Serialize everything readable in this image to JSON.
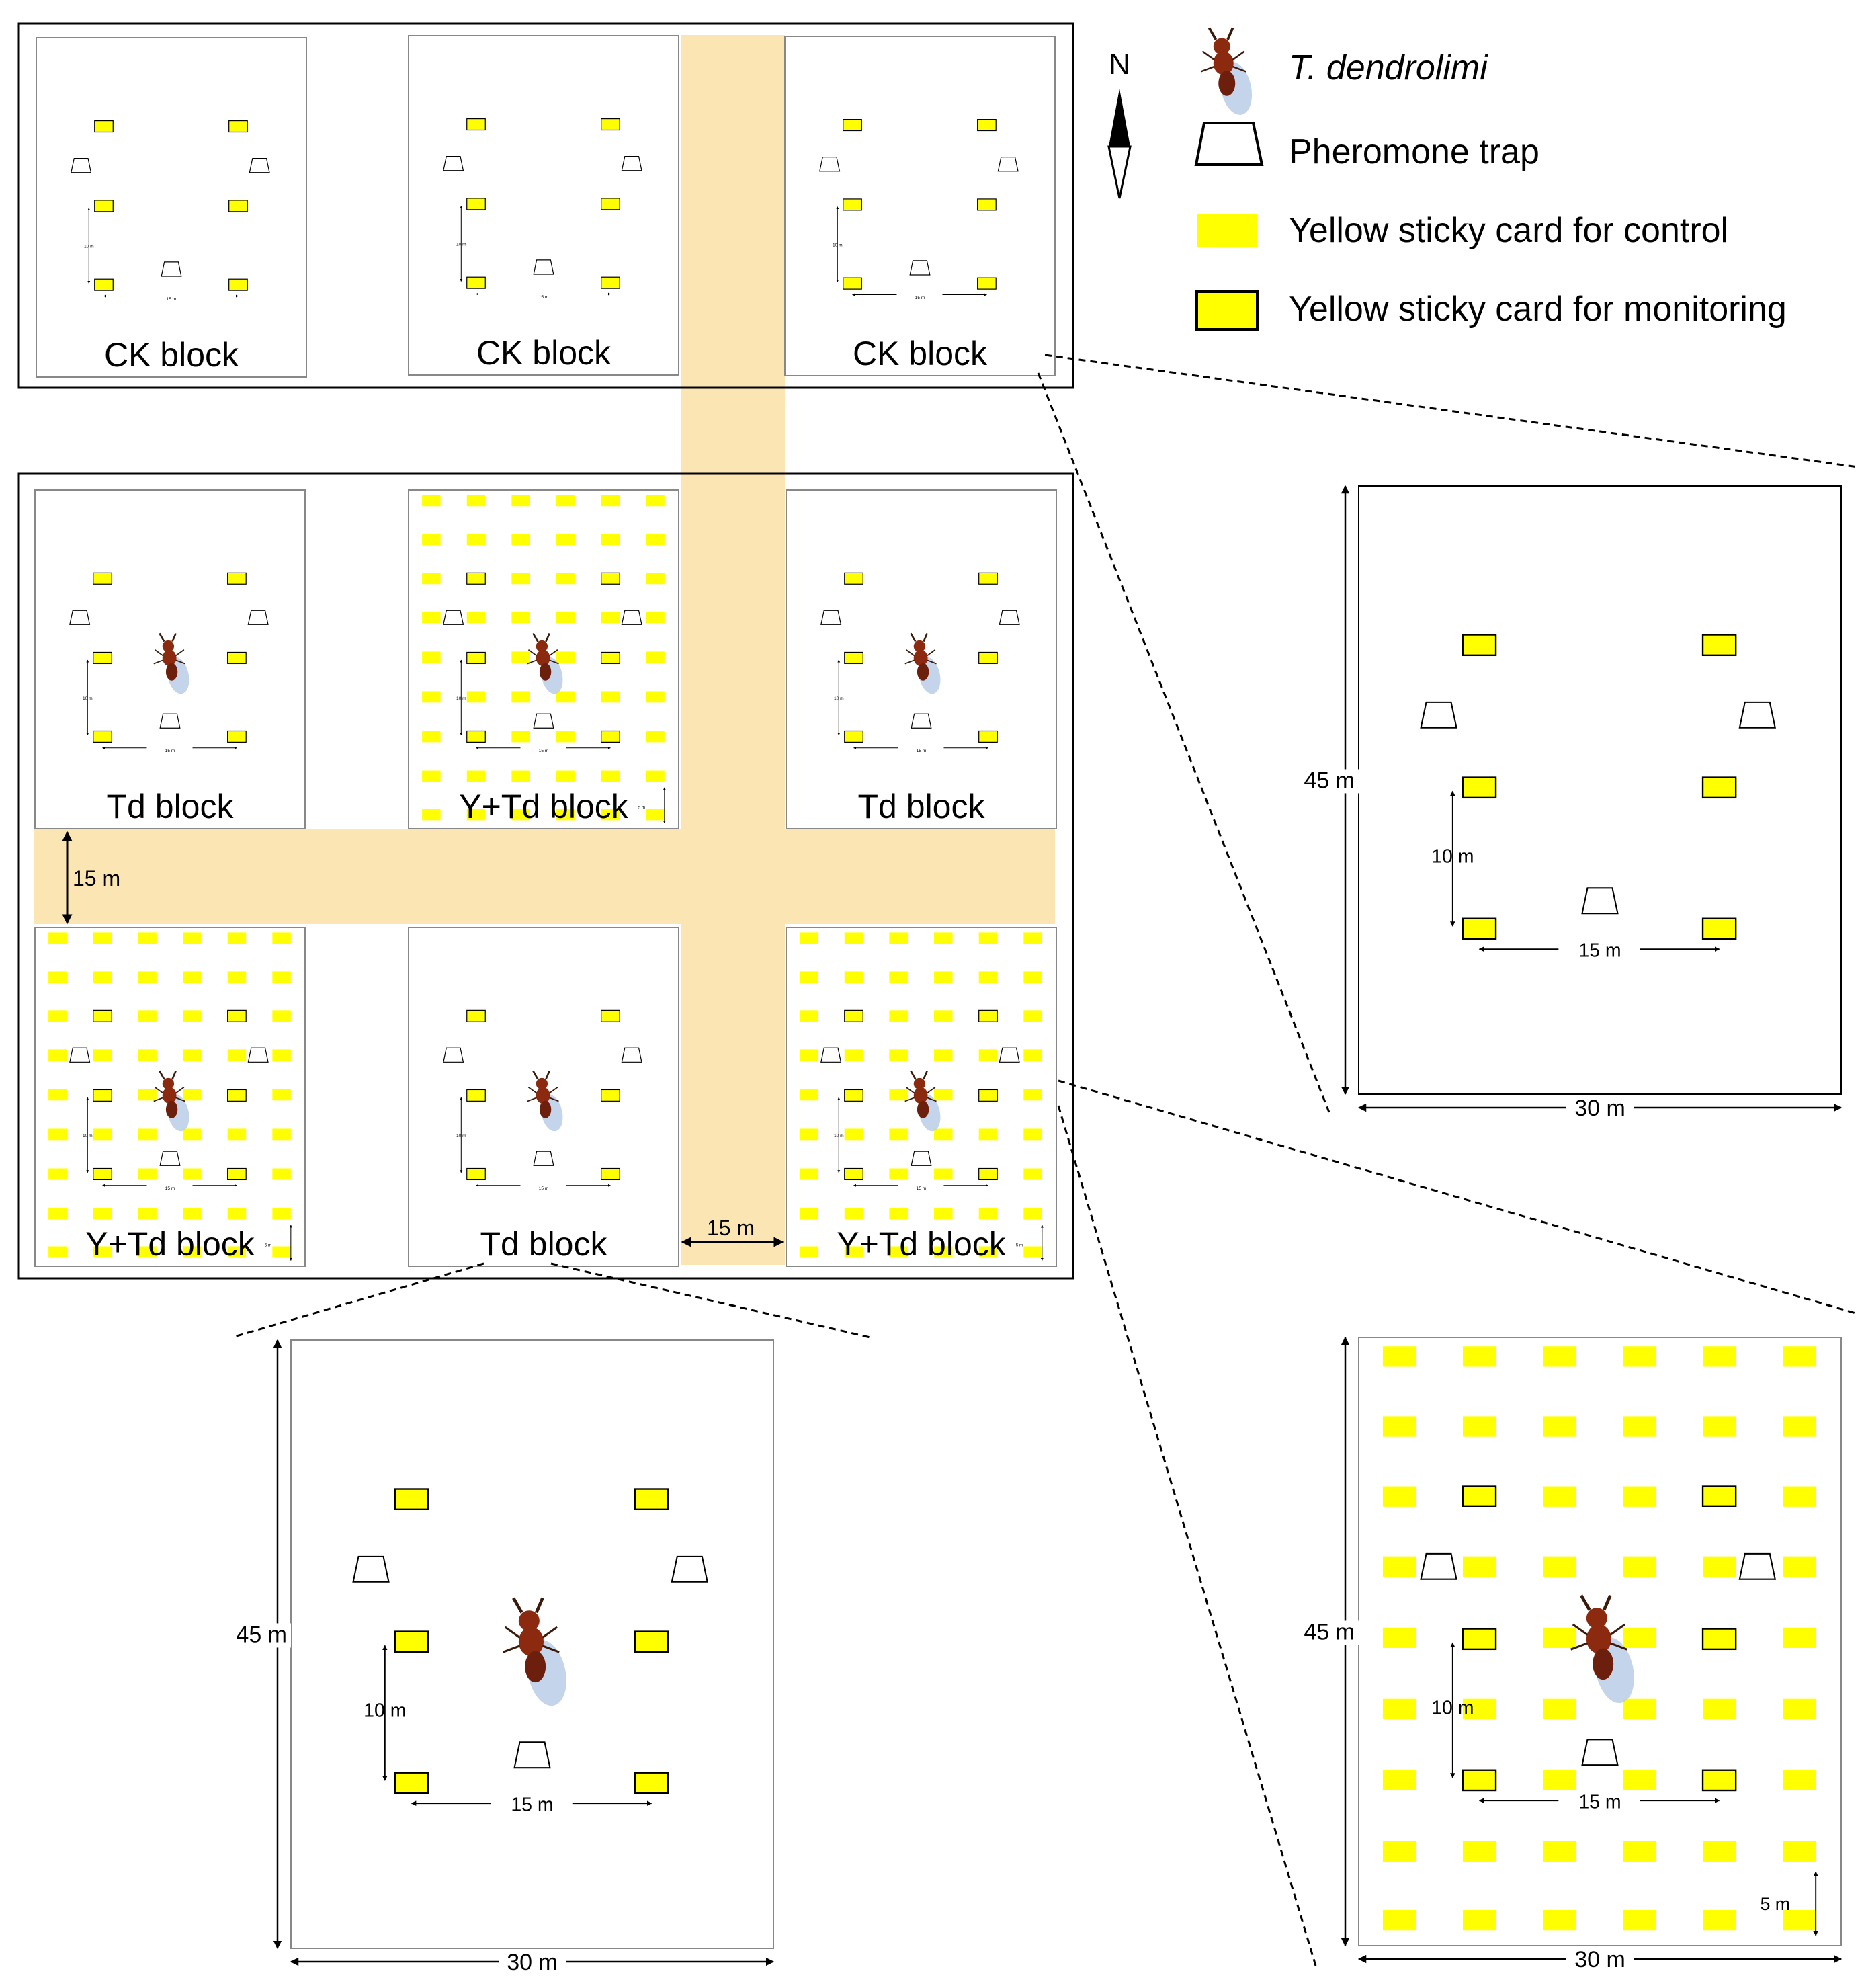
{
  "compass": {
    "label": "N"
  },
  "legend": {
    "td_label": "T. dendrolimi",
    "trap_label": "Pheromone trap",
    "control_card_label": "Yellow sticky card for control",
    "monitor_card_label": "Yellow sticky card for monitoring"
  },
  "blocks": {
    "ck_label": "CK block",
    "td_label": "Td block",
    "ytd_label": "Y+Td block"
  },
  "dimensions": {
    "card_spacing_v": "10 m",
    "card_spacing_h": "15 m",
    "grid_spacing": "5 m",
    "road_width": "15 m",
    "block_height": "45 m",
    "block_width": "30 m"
  },
  "colors": {
    "road": "#fbe6b3",
    "card": "#ffff00",
    "insect_body": "#8c2a10",
    "insect_wing": "#b9cde8",
    "line": "#000000"
  },
  "icons": {
    "insect": "wasp-icon",
    "trap": "trapezoid-trap-icon",
    "compass": "north-arrow-icon"
  }
}
